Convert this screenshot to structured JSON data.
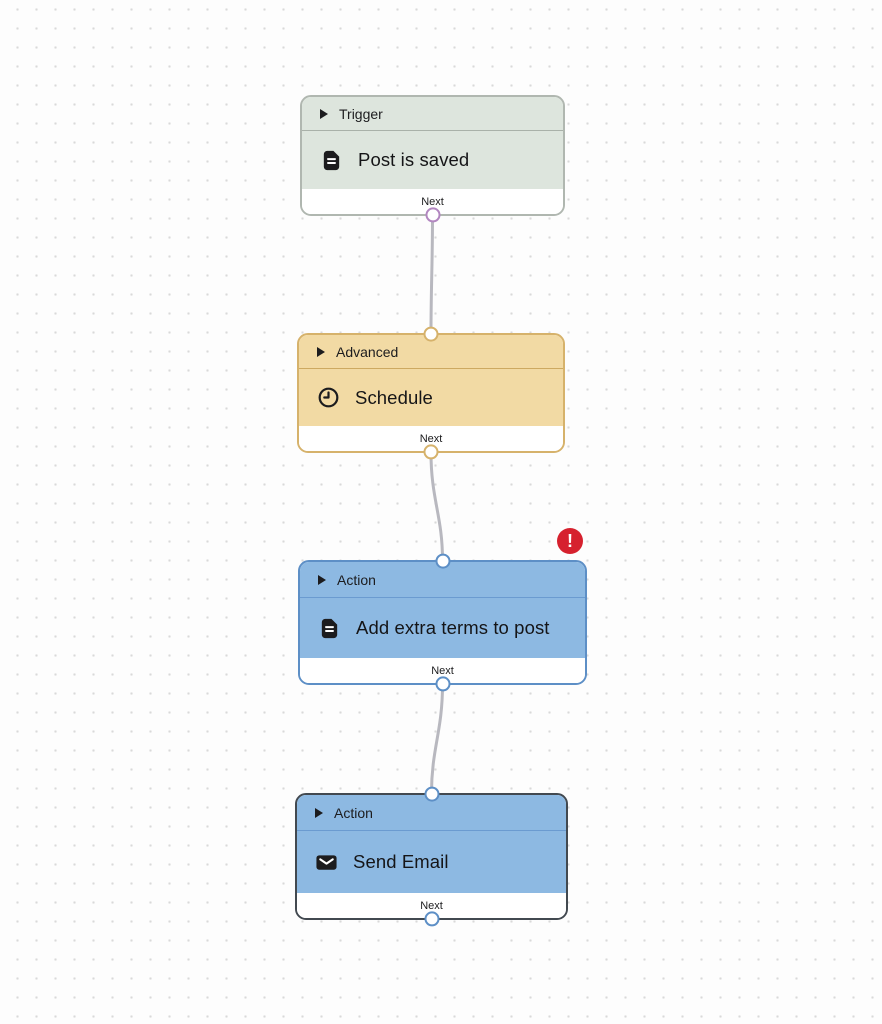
{
  "canvas": {
    "background_color": "#fdfdfd",
    "dot_color": "#d9d9d9",
    "edge_color": "#b8b8bf"
  },
  "nodes": [
    {
      "category": "Trigger",
      "title": "Post is saved",
      "icon": "document-icon",
      "footer_label": "Next",
      "has_error": false,
      "selected": false,
      "colors": {
        "background": "#dde5dd",
        "border": "#b0b7b0",
        "divider": "#a9b1a9",
        "port_bottom": "#b286c0"
      }
    },
    {
      "category": "Advanced",
      "title": "Schedule",
      "icon": "clock-icon",
      "footer_label": "Next",
      "has_error": false,
      "selected": false,
      "colors": {
        "background": "#f2daa4",
        "border": "#d6b26b",
        "divider": "#cda961",
        "port_top": "#d6b26b",
        "port_bottom": "#d6b26b"
      }
    },
    {
      "category": "Action",
      "title": "Add extra terms to post",
      "icon": "document-icon",
      "footer_label": "Next",
      "has_error": true,
      "selected": false,
      "colors": {
        "background": "#8db9e2",
        "border": "#5d8fc6",
        "divider": "#6b9bd0",
        "port_top": "#5d8fc6",
        "port_bottom": "#5d8fc6"
      }
    },
    {
      "category": "Action",
      "title": "Send Email",
      "icon": "envelope-icon",
      "footer_label": "Next",
      "has_error": false,
      "selected": true,
      "colors": {
        "background": "#8db9e2",
        "border": "#424950",
        "divider": "#6b9bd0",
        "port_top": "#5d8fc6",
        "port_bottom": "#5d8fc6"
      }
    }
  ],
  "connections": [
    {
      "from": "Post is saved",
      "to": "Schedule"
    },
    {
      "from": "Schedule",
      "to": "Add extra terms to post"
    },
    {
      "from": "Add extra terms to post",
      "to": "Send Email"
    }
  ],
  "error_badge": {
    "symbol": "!",
    "color": "#d6212e"
  }
}
